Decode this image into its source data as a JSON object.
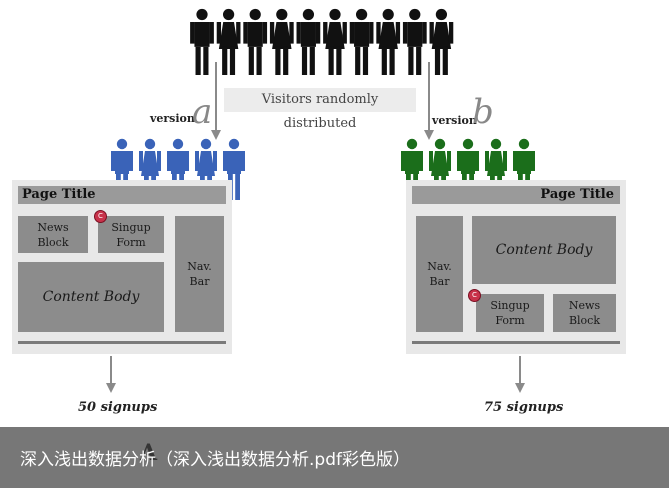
{
  "label": {
    "distributed": "Visitors randomly distributed"
  },
  "colors": {
    "group_top": "#111111",
    "group_a": "#3a63b8",
    "group_b": "#1b6e1b"
  },
  "variant_a": {
    "version_word": "version",
    "version_letter": "a",
    "page_title": "Page Title",
    "news_block": "News\nBlock",
    "signup_form": "Singup\nForm",
    "nav_bar": "Nav.\nBar",
    "content_body": "Content Body",
    "marker": "C",
    "signups": "50 signups"
  },
  "variant_b": {
    "version_word": "version",
    "version_letter": "b",
    "page_title": "Page Title",
    "nav_bar": "Nav.\nBar",
    "content_body": "Content Body",
    "signup_form": "Singup\nForm",
    "news_block": "News\nBlock",
    "marker": "C",
    "signups": "75 signups"
  },
  "caption": {
    "text": "深入浅出数据分析（深入浅出数据分析.pdf彩色版）",
    "hidden_text": "A"
  }
}
